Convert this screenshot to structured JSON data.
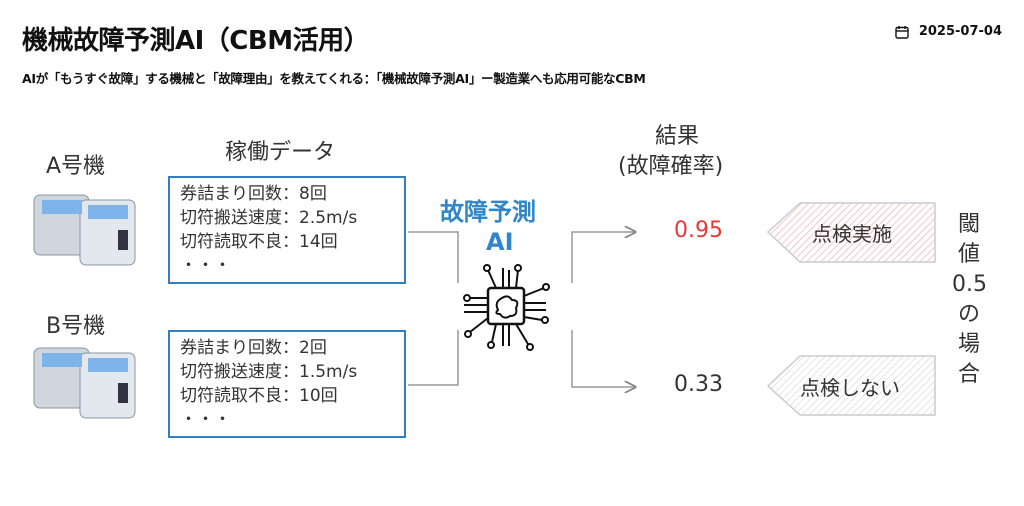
{
  "header": {
    "title": "機械故障予測AI（CBM活用）",
    "date": "2025-07-04",
    "subtitle": "AIが「もうすぐ故障」する機械と「故障理由」を教えてくれる：「機械故障予測AI」ー製造業へも応用可能なCBM"
  },
  "diagram": {
    "machine_a": "A号機",
    "machine_b": "B号機",
    "data_heading": "稼働データ",
    "box_a": [
      "券詰まり回数：8回",
      "切符搬送速度：2.5m/s",
      "切符読取不良：14回",
      "・・・"
    ],
    "box_b": [
      "券詰まり回数：2回",
      "切符搬送速度：1.5m/s",
      "切符読取不良：10回",
      "・・・"
    ],
    "ai_label_1": "故障予測",
    "ai_label_2": "AI",
    "result_heading_1": "結果",
    "result_heading_2": "(故障確率)",
    "result_a": "0.95",
    "result_b": "0.33",
    "action_a": "点検実施",
    "action_b": "点検しない",
    "threshold": "閾値0.5の場合",
    "colors": {
      "accent": "#2f86c8",
      "alert": "#e53935",
      "box_border": "#2f7fc1"
    }
  }
}
